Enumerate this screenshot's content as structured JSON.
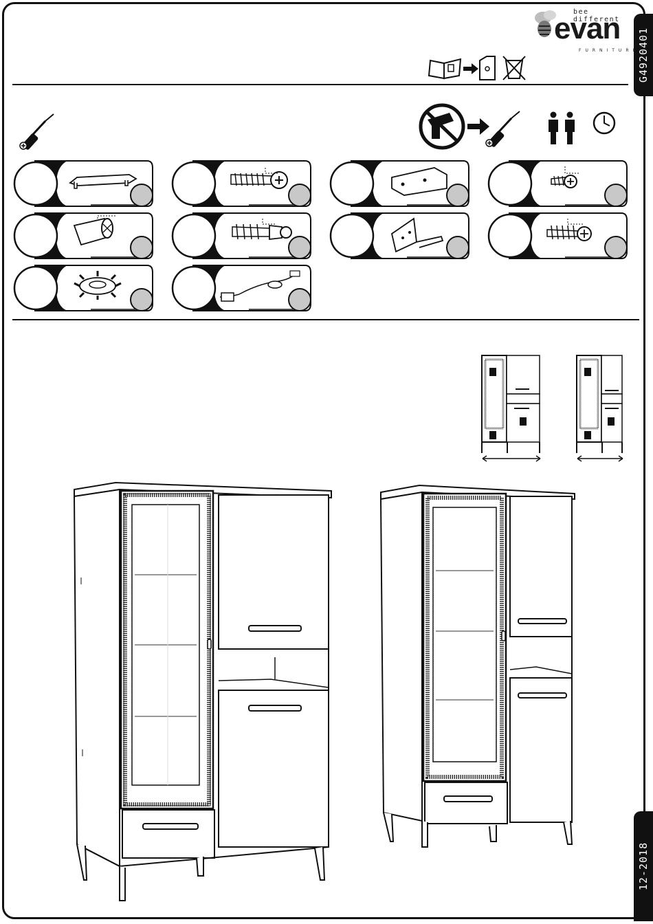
{
  "header": {
    "logo": {
      "tagline": "bee different",
      "brand": "evan",
      "subline": "FURNITURE"
    },
    "icons": [
      "instruction-booklet-icon",
      "arrow-right-icon",
      "binder-icon",
      "no-discard-bin-icon"
    ]
  },
  "side_tabs": {
    "product_code": "G4920401",
    "date": "12-2018"
  },
  "tools": {
    "icons": [
      "screwdriver-icon",
      "no-power-drill-icon",
      "arrow-right-icon",
      "screwdriver-icon",
      "two-persons-icon",
      "clock-icon"
    ]
  },
  "parts": [
    {
      "icon": "handle-bar-icon"
    },
    {
      "icon": "cam-bolt-icon"
    },
    {
      "icon": "wall-bracket-icon"
    },
    {
      "icon": "small-screw-icon"
    },
    {
      "icon": "dowel-pin-icon"
    },
    {
      "icon": "connector-bolt-icon"
    },
    {
      "icon": "corner-bracket-icon"
    },
    {
      "icon": "wood-screw-icon"
    },
    {
      "icon": "star-washer-icon"
    },
    {
      "icon": "led-power-cable-icon"
    }
  ],
  "colors": {
    "line": "#111111",
    "badge": "#c8c8c8",
    "panel_fill": "#ffffff"
  }
}
